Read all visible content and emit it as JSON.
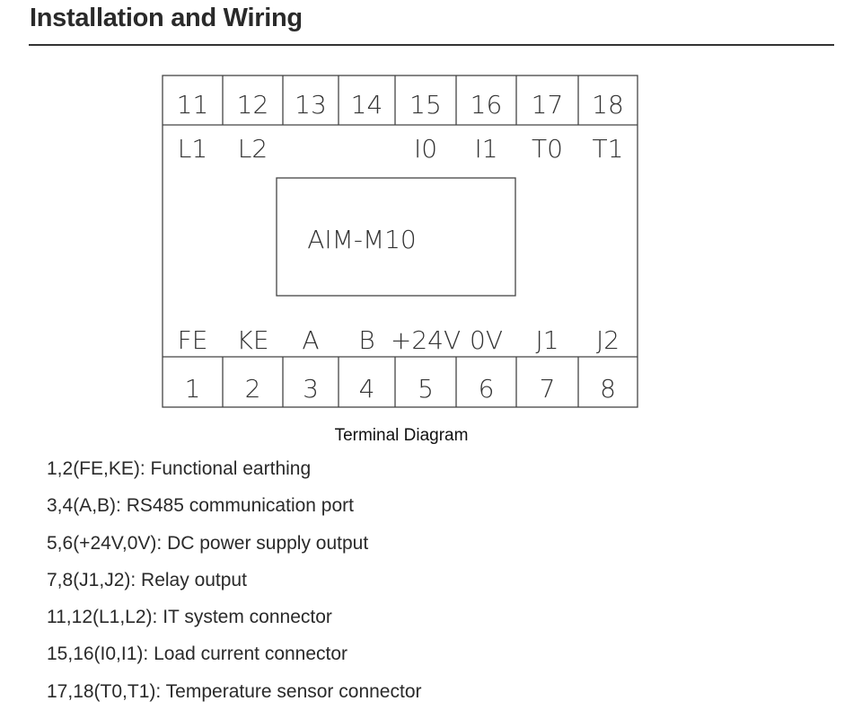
{
  "header": {
    "title": "Installation and Wiring"
  },
  "diagram": {
    "top_numbers": [
      "11",
      "12",
      "13",
      "14",
      "15",
      "16",
      "17",
      "18"
    ],
    "top_labels": [
      "L1",
      "L2",
      "",
      "",
      "I0",
      "I1",
      "T0",
      "T1"
    ],
    "bottom_labels": [
      "FE",
      "KE",
      "A",
      "B",
      "+24V",
      "0V",
      "J1",
      "J2"
    ],
    "bottom_numbers": [
      "1",
      "2",
      "3",
      "4",
      "5",
      "6",
      "7",
      "8"
    ],
    "model": "AIM-M10",
    "caption": "Terminal Diagram"
  },
  "descriptions": [
    "1,2(FE,KE): Functional earthing",
    "3,4(A,B): RS485 communication port",
    "5,6(+24V,0V): DC power supply output",
    "7,8(J1,J2): Relay output",
    "11,12(L1,L2): IT system connector",
    "15,16(I0,I1): Load current connector",
    "17,18(T0,T1): Temperature sensor connector"
  ]
}
